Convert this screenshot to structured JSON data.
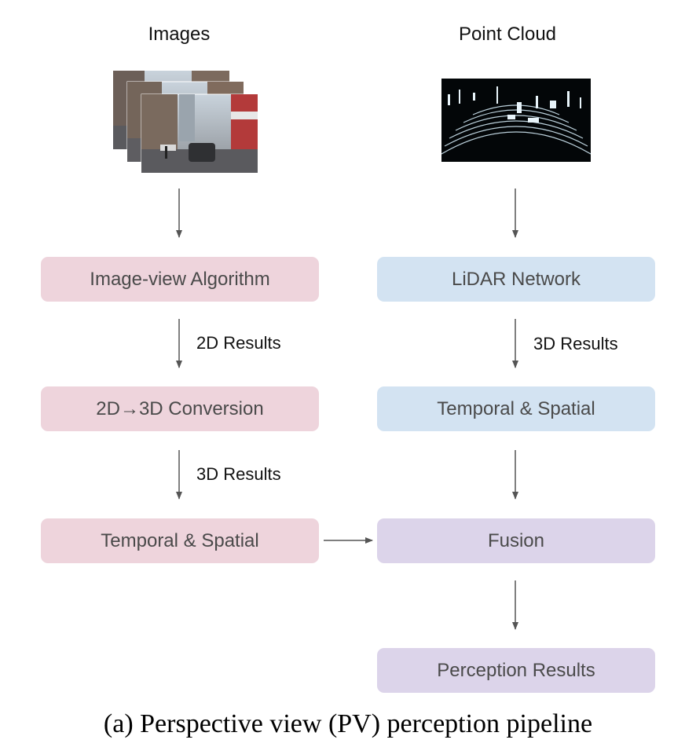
{
  "headers": {
    "images": "Images",
    "point_cloud": "Point Cloud"
  },
  "left_column": {
    "box1": "Image-view Algorithm",
    "edge1": "2D Results",
    "box2": "2D→3D Conversion",
    "edge2": "3D Results",
    "box3": "Temporal & Spatial"
  },
  "right_column": {
    "box1": "LiDAR Network",
    "edge1": "3D Results",
    "box2": "Temporal & Spatial",
    "box3": "Fusion",
    "box4": "Perception Results"
  },
  "caption": "(a) Perspective view (PV) perception pipeline",
  "colors": {
    "camera_path": "#eed4dc",
    "lidar_path": "#d3e3f2",
    "fusion_path": "#dcd4ea",
    "arrow": "#555555"
  }
}
